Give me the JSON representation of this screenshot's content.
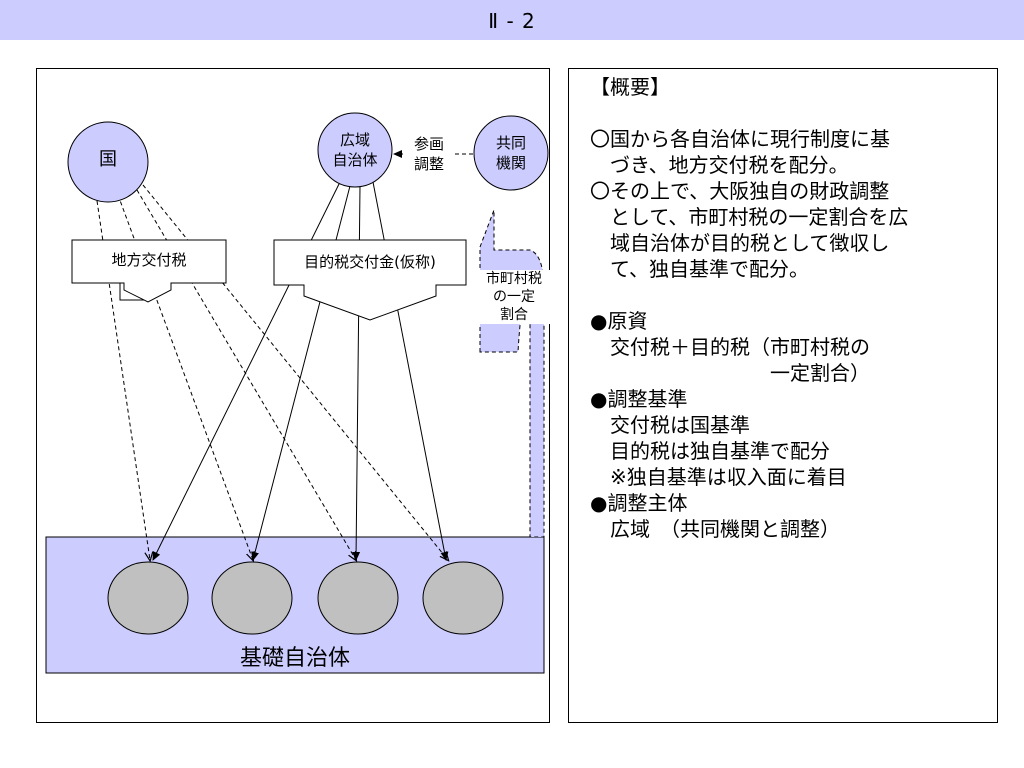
{
  "header": {
    "title": "Ⅱ - 2"
  },
  "diagram": {
    "nodes": {
      "country": "国",
      "wide_area": [
        "広域",
        "自治体"
      ],
      "joint_body": [
        "共同",
        "機関"
      ]
    },
    "participation_label": [
      "参画",
      "調整"
    ],
    "boxes": {
      "local_allocation_tax": "地方交付税",
      "purpose_tax_grant": "目的税交付金(仮称)"
    },
    "municipal_tax_arrow": [
      "市町村税",
      "の一定",
      "割合"
    ],
    "base_label": "基礎自治体"
  },
  "summary": {
    "heading": "【概要】",
    "lines": [
      "〇国から各自治体に現行制度に基",
      "　づき、地方交付税を配分。",
      "〇その上で、大阪独自の財政調整",
      "　として、市町村税の一定割合を広",
      "　域自治体が目的税として徴収し",
      "　て、独自基準で配分。",
      "",
      "●原資",
      "　交付税＋目的税（市町村税の",
      "　　　　　　　　　一定割合）",
      "●調整基準",
      "　交付税は国基準",
      "　目的税は独自基準で配分",
      "　※独自基準は収入面に着目",
      "●調整主体",
      "　広域　（共同機関と調整）"
    ]
  },
  "colors": {
    "header_bg": "#ccccff",
    "node_fill": "#ccccff",
    "base_fill": "#ccccff",
    "circle_fill": "#c0c0c0"
  }
}
